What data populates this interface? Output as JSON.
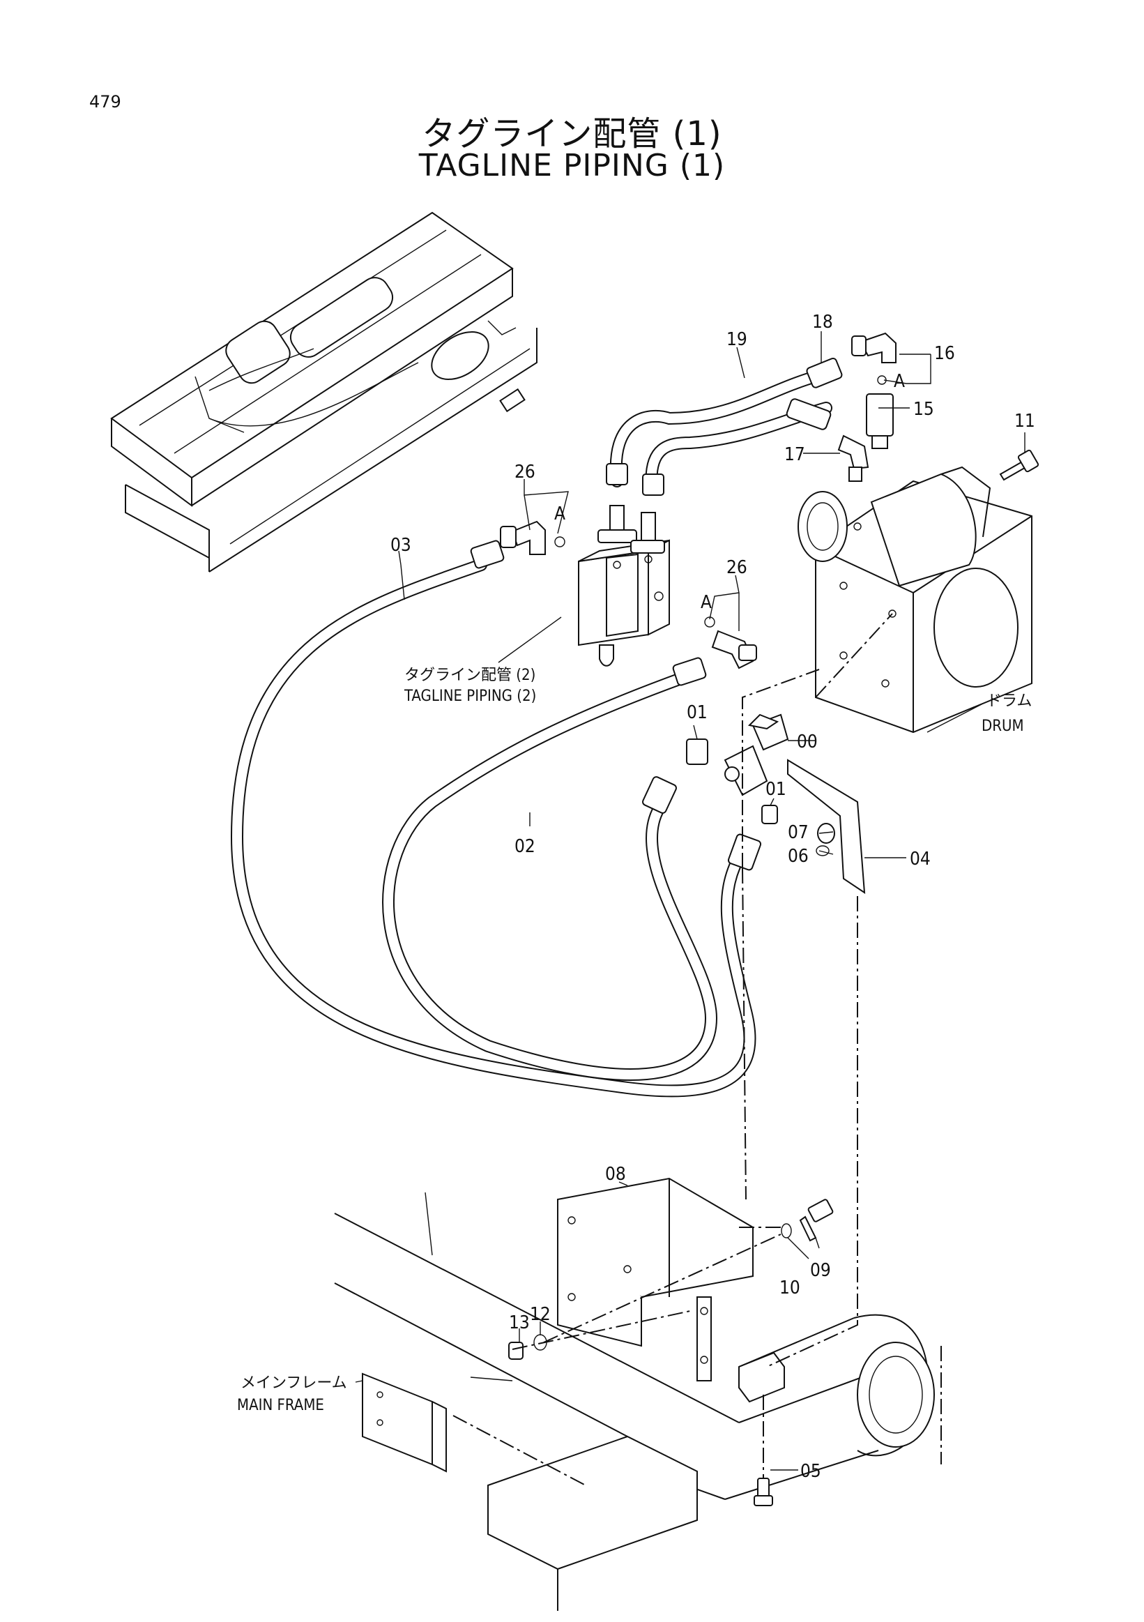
{
  "page": {
    "number": "479"
  },
  "title": {
    "jp": "タグライン配管 (1)",
    "en": "TAGLINE PIPING (1)"
  },
  "callouts": [
    {
      "key": "c00",
      "label": "00"
    },
    {
      "key": "c01a",
      "label": "01"
    },
    {
      "key": "c01b",
      "label": "01"
    },
    {
      "key": "c02",
      "label": "02"
    },
    {
      "key": "c03",
      "label": "03"
    },
    {
      "key": "c04",
      "label": "04"
    },
    {
      "key": "c05",
      "label": "05"
    },
    {
      "key": "c06",
      "label": "06"
    },
    {
      "key": "c07",
      "label": "07"
    },
    {
      "key": "c08",
      "label": "08"
    },
    {
      "key": "c09",
      "label": "09"
    },
    {
      "key": "c10",
      "label": "10"
    },
    {
      "key": "c11",
      "label": "11"
    },
    {
      "key": "c12",
      "label": "12"
    },
    {
      "key": "c13",
      "label": "13"
    },
    {
      "key": "c15",
      "label": "15"
    },
    {
      "key": "c16",
      "label": "16"
    },
    {
      "key": "c17",
      "label": "17"
    },
    {
      "key": "c18",
      "label": "18"
    },
    {
      "key": "c19",
      "label": "19"
    },
    {
      "key": "c26a",
      "label": "26"
    },
    {
      "key": "c26b",
      "label": "26"
    }
  ],
  "markers": {
    "a1": "A",
    "a2": "A",
    "a3": "A"
  },
  "captions": {
    "tagline2_jp": "タグライン配管 (2)",
    "tagline2_en": "TAGLINE PIPING (2)",
    "drum_jp": "ドラム",
    "drum_en": "DRUM",
    "mainframe_jp": "メインフレーム",
    "mainframe_en": "MAIN FRAME"
  }
}
